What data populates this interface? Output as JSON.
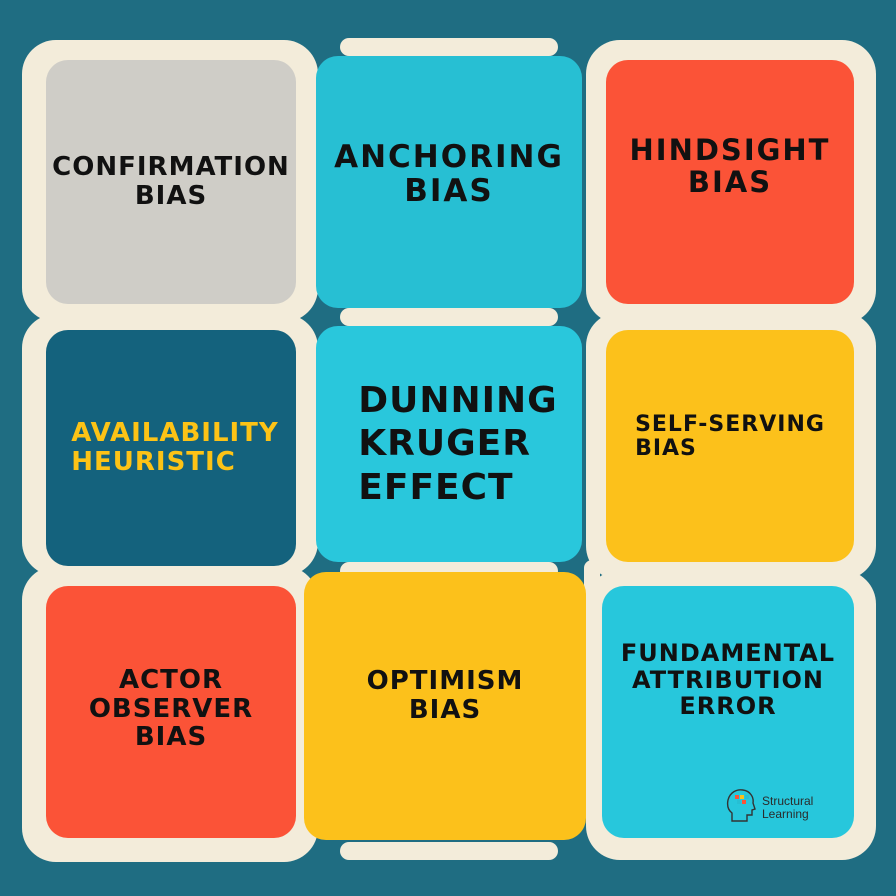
{
  "colors": {
    "background": "#1f6d82",
    "cream": "#f3ecda",
    "grey": "#cfcdc7",
    "cyan": "#27bfd3",
    "red": "#fb5337",
    "navy": "#14627d",
    "yellow": "#fcc11b",
    "label_yellow": "#fdc316"
  },
  "tiles": {
    "confirmation_bias": "CONFIRMATION\nBIAS",
    "anchoring_bias": "ANCHORING\nBIAS",
    "hindsight_bias": "HINDSIGHT\nBIAS",
    "availability_heuristic": "AVAILABILITY\nHEURISTIC",
    "dunning_kruger_effect": "DUNNING\nKRUGER\nEFFECT",
    "self_serving_bias": "SELF-SERVING\nBIAS",
    "actor_observer_bias": "ACTOR\nOBSERVER\nBIAS",
    "optimism_bias": "OPTIMISM\nBIAS",
    "fundamental_attribution_error": "FUNDAMENTAL\nATTRIBUTION\nERROR"
  },
  "logo": {
    "text": "Structural\nLearning",
    "icon": "head-profile-icon"
  }
}
